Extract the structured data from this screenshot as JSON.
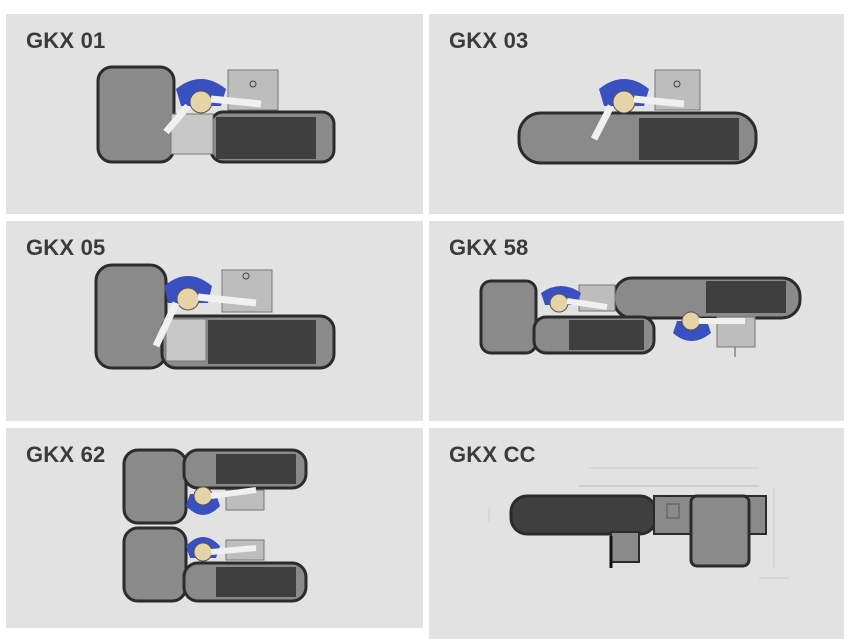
{
  "tiles": [
    {
      "label": "GKX 01"
    },
    {
      "label": "GKX 03"
    },
    {
      "label": "GKX 05"
    },
    {
      "label": "GKX 58"
    },
    {
      "label": "GKX 62"
    },
    {
      "label": "GKX CC"
    }
  ],
  "colors": {
    "tile_bg": "#e2e2e2",
    "counter_body": "#8a8a8a",
    "counter_dark": "#3f3f3f",
    "counter_outline": "#2b2b2b",
    "person_shirt": "#ffffff",
    "person_chair": "#3a4fc0",
    "panel": "#bdbdbd"
  }
}
